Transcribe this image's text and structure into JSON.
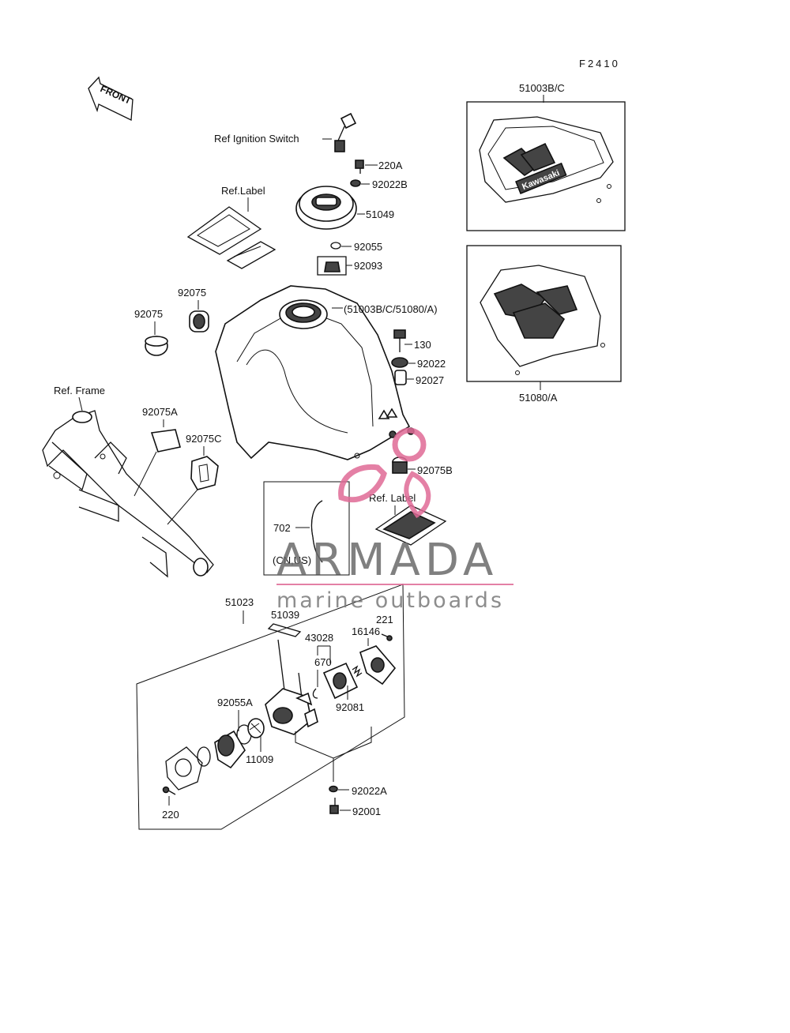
{
  "diagram_code": "F2410",
  "front_arrow": "FRONT",
  "ref_labels": {
    "ignition_switch": "Ref Ignition Switch",
    "label_top": "Ref.Label",
    "frame": "Ref. Frame",
    "label_bottom": "Ref. Label"
  },
  "callouts": {
    "p51003bc_top": "51003B/C",
    "p51080a_bottom": "51080/A",
    "p220a": "220A",
    "p92022b": "92022B",
    "p51049": "51049",
    "p92055": "92055",
    "p92093": "92093",
    "tank": "(51003B/C/51080/A)",
    "p92075_right": "92075",
    "p92075_left": "92075",
    "p130": "130",
    "p92022": "92022",
    "p92027": "92027",
    "p92075a": "92075A",
    "p92075c": "92075C",
    "p92075b": "92075B",
    "p702": "702",
    "cn_us": "(CN,US)",
    "p51023": "51023",
    "p51039": "51039",
    "p43028": "43028",
    "p221": "221",
    "p16146": "16146",
    "p670": "670",
    "p92081": "92081",
    "p92055a": "92055A",
    "p11009": "11009",
    "p92022a": "92022A",
    "p92001": "92001",
    "p220": "220"
  },
  "watermark": {
    "brand": "ARMADA",
    "tagline": "marine outboards",
    "accent_color": "#e06a96"
  },
  "decal_text": "Kawasaki"
}
